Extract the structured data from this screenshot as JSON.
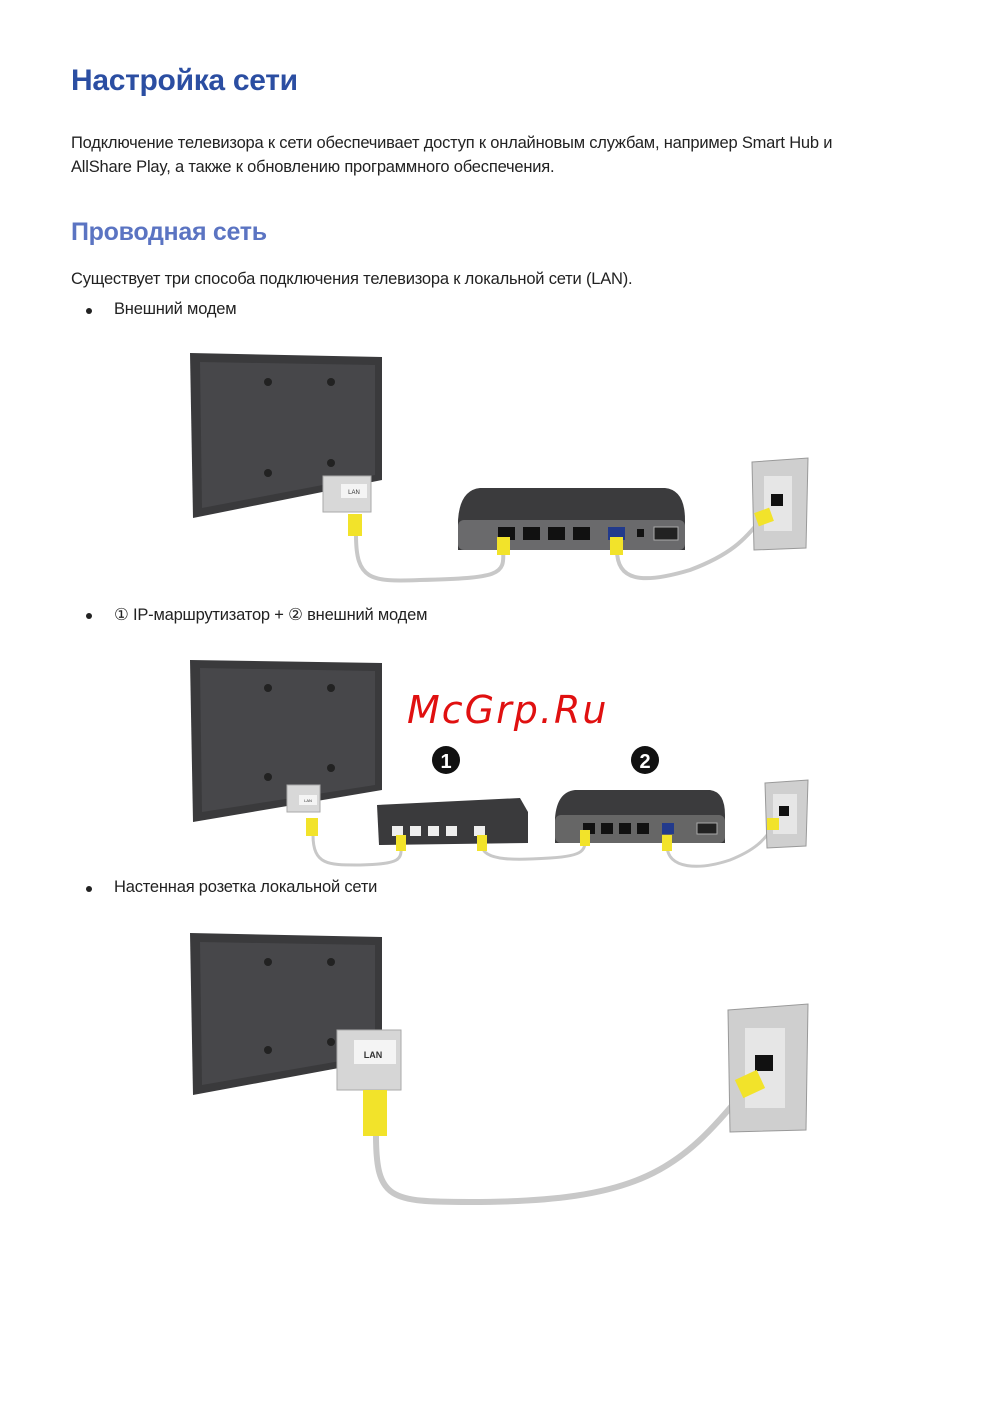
{
  "title": "Настройка сети",
  "intro": {
    "line1": "Подключение телевизора к сети обеспечивает доступ к онлайновым службам, например Smart Hub и",
    "line2": "AllShare Play, а также к обновлению программного обеспечения."
  },
  "section": {
    "heading": "Проводная сеть",
    "description": "Существует три способа подключения телевизора к локальной сети (LAN).",
    "bullets": [
      {
        "label": "Внешний модем"
      },
      {
        "label": "① IP-маршрутизатор + ② внешний модем"
      },
      {
        "label": "Настенная розетка локальной сети"
      }
    ]
  },
  "figures": {
    "lan_label": "LAN",
    "badge1": "1",
    "badge2": "2",
    "watermark": "McGrp.Ru"
  },
  "colors": {
    "title": "#2b4ea2",
    "subtitle": "#5b74c2",
    "cable_plug": "#f2e32a",
    "device": "#3b3b3d",
    "watermark": "#e01010"
  }
}
